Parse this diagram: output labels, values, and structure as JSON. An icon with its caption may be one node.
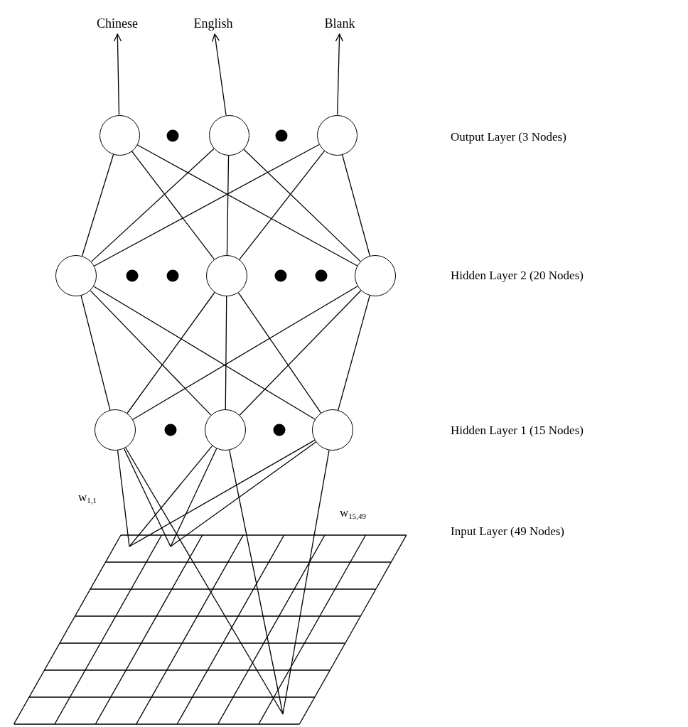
{
  "diagram": {
    "nodes": [
      {
        "text": [
          "Chinese"
        ]
      },
      {
        "text": [
          "English"
        ]
      },
      {
        "text": [
          "Blank"
        ]
      },
      {
        "text": [],
        "shape": "circle"
      },
      {
        "text": [],
        "shape": "circle"
      },
      {
        "text": [],
        "shape": "circle"
      },
      {
        "text": [],
        "shape": "circle"
      },
      {
        "text": [],
        "shape": "circle"
      },
      {
        "text": [],
        "shape": "circle"
      },
      {
        "text": [],
        "shape": "circle"
      },
      {
        "text": [],
        "shape": "circle"
      },
      {
        "text": [],
        "shape": "circle"
      }
    ],
    "edges": [
      {
        "from": 3,
        "to": 0,
        "arrow": "to"
      },
      {
        "from": 4,
        "to": 1,
        "arrow": "to"
      },
      {
        "from": 5,
        "to": 2,
        "arrow": "to"
      },
      {
        "from": 6,
        "to": 3,
        "arrow": "none"
      },
      {
        "from": 6,
        "to": 4,
        "arrow": "none"
      },
      {
        "from": 6,
        "to": 5,
        "arrow": "none"
      },
      {
        "from": 7,
        "to": 3,
        "arrow": "none"
      },
      {
        "from": 7,
        "to": 4,
        "arrow": "none"
      },
      {
        "from": 7,
        "to": 5,
        "arrow": "none"
      },
      {
        "from": 8,
        "to": 3,
        "arrow": "none"
      },
      {
        "from": 8,
        "to": 4,
        "arrow": "none"
      },
      {
        "from": 8,
        "to": 5,
        "arrow": "none"
      },
      {
        "from": 9,
        "to": 6,
        "arrow": "none"
      },
      {
        "from": 9,
        "to": 7,
        "arrow": "none"
      },
      {
        "from": 9,
        "to": 8,
        "arrow": "none"
      },
      {
        "from": 10,
        "to": 6,
        "arrow": "none"
      },
      {
        "from": 10,
        "to": 7,
        "arrow": "none"
      },
      {
        "from": 10,
        "to": 8,
        "arrow": "none"
      },
      {
        "from": 11,
        "to": 6,
        "arrow": "none"
      },
      {
        "from": 11,
        "to": 7,
        "arrow": "none"
      },
      {
        "from": 11,
        "to": 8,
        "arrow": "none"
      },
      {
        "from": 9,
        "to": null,
        "arrow": "none"
      },
      {
        "from": 9,
        "to": null,
        "arrow": "none"
      },
      {
        "from": 9,
        "to": null,
        "arrow": "none"
      },
      {
        "from": 10,
        "to": null,
        "arrow": "none"
      },
      {
        "from": 10,
        "to": null,
        "arrow": "none"
      },
      {
        "from": 10,
        "to": null,
        "arrow": "none"
      },
      {
        "from": 11,
        "to": null,
        "arrow": "none"
      },
      {
        "from": 11,
        "to": null,
        "arrow": "none"
      },
      {
        "from": 11,
        "to": null,
        "arrow": "none"
      }
    ],
    "labels": [
      "Output Layer (3 Nodes)",
      "Hidden Layer 2 (20 Nodes)",
      "Hidden Layer 1 (15 Nodes)",
      "w$_{1,1}$",
      "w$_{15,49}$",
      "Input Layer (49 Nodes)"
    ]
  }
}
